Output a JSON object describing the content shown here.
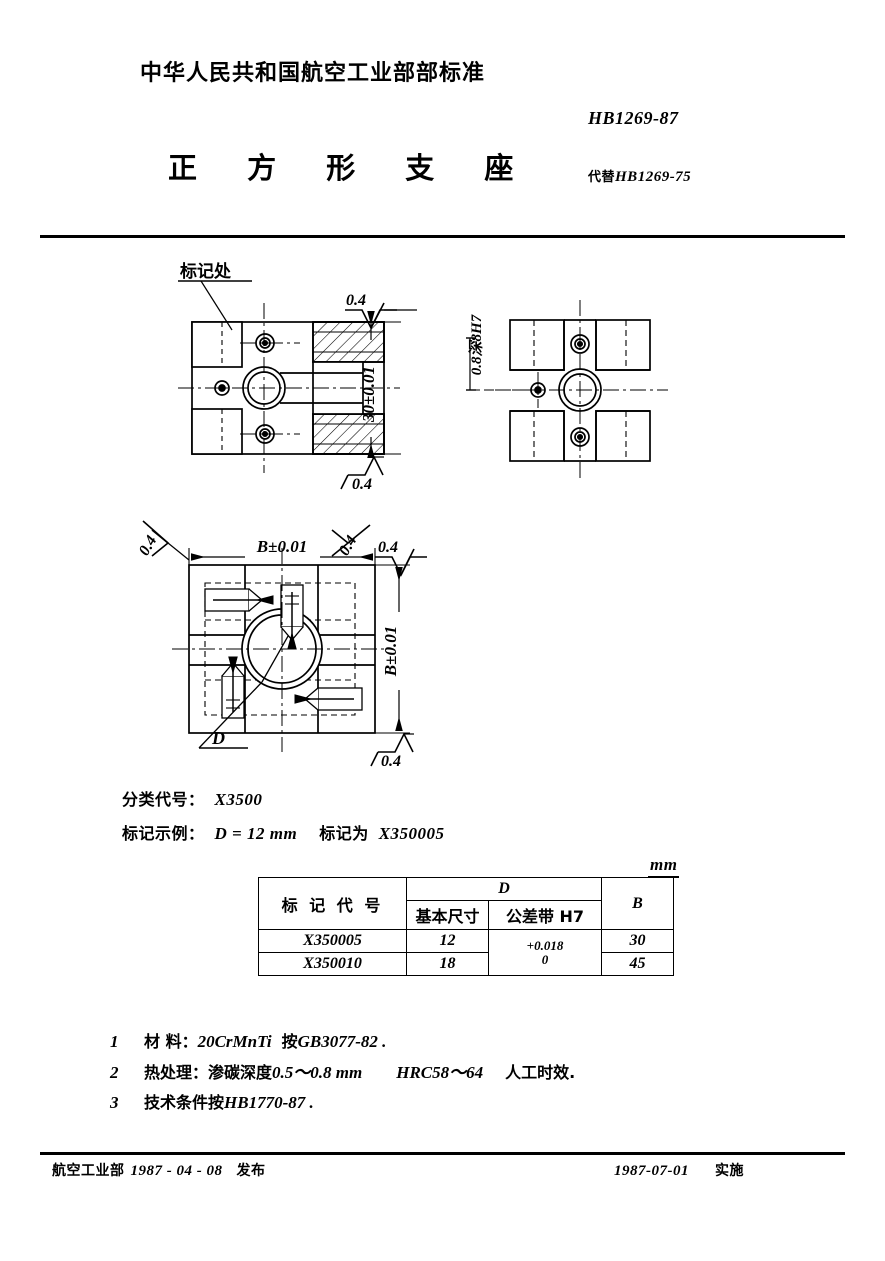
{
  "header": {
    "organization": "中华人民共和国航空工业部部标准",
    "title": "正 方 形 支 座",
    "standard_code": "HB1269-87",
    "replaces_prefix": "代替",
    "replaces_code": "HB1269-75"
  },
  "drawing": {
    "view_top_left": {
      "mark_label": "标记处",
      "surface_finish_top": "0.4",
      "surface_finish_bottom": "0.4",
      "dimension_vertical": "30±0.01"
    },
    "view_top_right": {
      "hole_callout": "0.8深8H7"
    },
    "view_bottom": {
      "dimension_horizontal": "B±0.01",
      "dimension_vertical": "B±0.01",
      "surface_finish_left": "0.4",
      "surface_finish_mid": "0.4",
      "surface_finish_right": "0.4",
      "surface_finish_bottom": "0.4",
      "bore_label": "D"
    }
  },
  "spec": {
    "classification_label": "分类代号：",
    "classification_value": "X3500",
    "marking_label": "标记示例：",
    "marking_value": "D = 12 mm",
    "marking_mid": "标记为",
    "marking_code": "X350005"
  },
  "table": {
    "unit": "mm",
    "header": {
      "mark_code": "标 记 代 号",
      "d_group": "D",
      "basic_size": "基本尺寸",
      "tolerance_zone": "公差带 H7",
      "b": "B"
    },
    "rows": [
      {
        "mark_code": "X350005",
        "basic_size": "12",
        "tolerance_upper": "+0.018",
        "tolerance_lower": "0",
        "b": "30"
      },
      {
        "mark_code": "X350010",
        "basic_size": "18",
        "tolerance_upper": "",
        "tolerance_lower": "",
        "b": "45"
      }
    ]
  },
  "notes": [
    {
      "number": "1",
      "label": "材  料：",
      "value": "20CrMnTi",
      "label2": "按",
      "value2": "GB3077-82 ."
    },
    {
      "number": "2",
      "label": "热处理：",
      "label_b": "渗碳深度",
      "value": "0.5～0.8 mm",
      "value2": "HRC58～64",
      "label2": "人工时效."
    },
    {
      "number": "3",
      "label": "技术条件按",
      "value": "HB1770-87 ."
    }
  ],
  "footer": {
    "issuer": "航空工业部",
    "issue_date": "1987 - 04 - 08",
    "issue_action": "发布",
    "effective_date": "1987-07-01",
    "effective_action": "实施"
  }
}
